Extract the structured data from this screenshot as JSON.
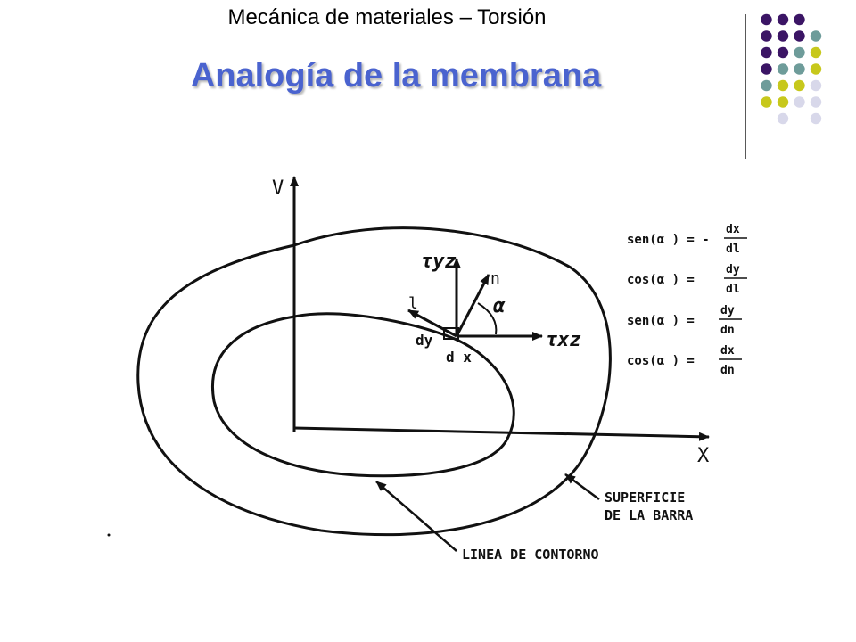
{
  "header": {
    "subtitle": "Mecánica de materiales – Torsión"
  },
  "slide": {
    "title": "Analogía de la membrana"
  },
  "colors": {
    "title": "#4a63cf",
    "dot_purple": "#3b1565",
    "dot_teal": "#6e9c9a",
    "dot_yellow": "#c7c81c",
    "dot_lavender": "#d8d8ea"
  },
  "diagram": {
    "axis_y": "V",
    "axis_x": "X",
    "tau_yz": "τyz",
    "tau_xz": "τxz",
    "normal": "n",
    "tangent": "l",
    "alpha": "α",
    "dy": "dy",
    "dx": "d x",
    "surface_label_1": "SUPERFICIE",
    "surface_label_2": "DE LA BARRA",
    "contour_label": "LINEA DE CONTORNO",
    "equations": [
      {
        "lhs": "sen(α ) = -",
        "num": "dx",
        "den": "dl"
      },
      {
        "lhs": "cos(α ) =",
        "num": "dy",
        "den": "dl"
      },
      {
        "lhs": "sen(α ) =",
        "num": "dy",
        "den": "dn"
      },
      {
        "lhs": "cos(α ) =",
        "num": "dx",
        "den": "dn"
      }
    ]
  }
}
